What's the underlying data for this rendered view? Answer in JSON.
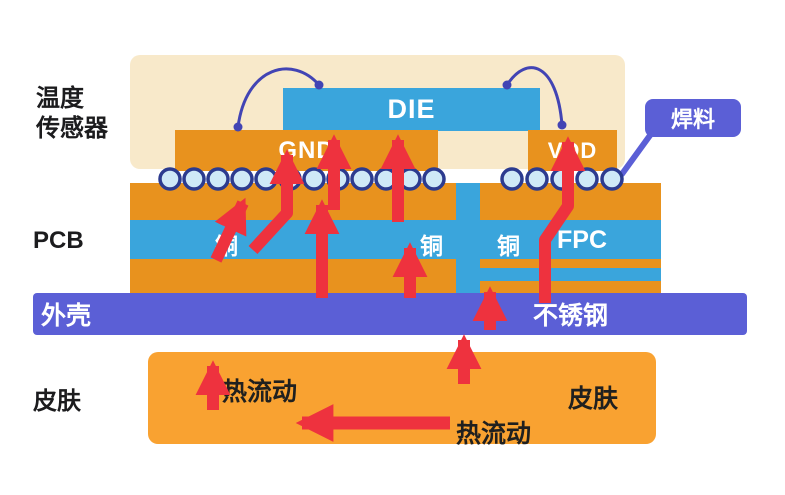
{
  "left_labels": {
    "sensor_line1": "温度",
    "sensor_line2": "传感器",
    "pcb": "PCB",
    "skin": "皮肤"
  },
  "sensor": {
    "die_label": "DIE",
    "gnd_label": "GND",
    "vdd_label": "VDD",
    "solder_callout": "焊料"
  },
  "pcb_layers": {
    "copper_left": "铜",
    "copper_mid": "铜",
    "copper_right": "铜",
    "fpc_label": "FPC"
  },
  "housing": {
    "label": "外壳",
    "material": "不锈钢"
  },
  "skin_box": {
    "heat_flow_upper": "热流动",
    "skin_label": "皮肤",
    "heat_flow_lower": "热流动"
  },
  "colors": {
    "sensor_background": "#f8e9ca",
    "blue_layer": "#3aa5dc",
    "orange_layer": "#e8921e",
    "skin_orange": "#f9a231",
    "indigo": "#5b5fd6",
    "wire_bond": "#4244b4",
    "heat_arrow_red": "#ee323e",
    "solder_ball_fill": "#cfe9f7",
    "solder_ball_stroke": "#2c3b8f"
  }
}
